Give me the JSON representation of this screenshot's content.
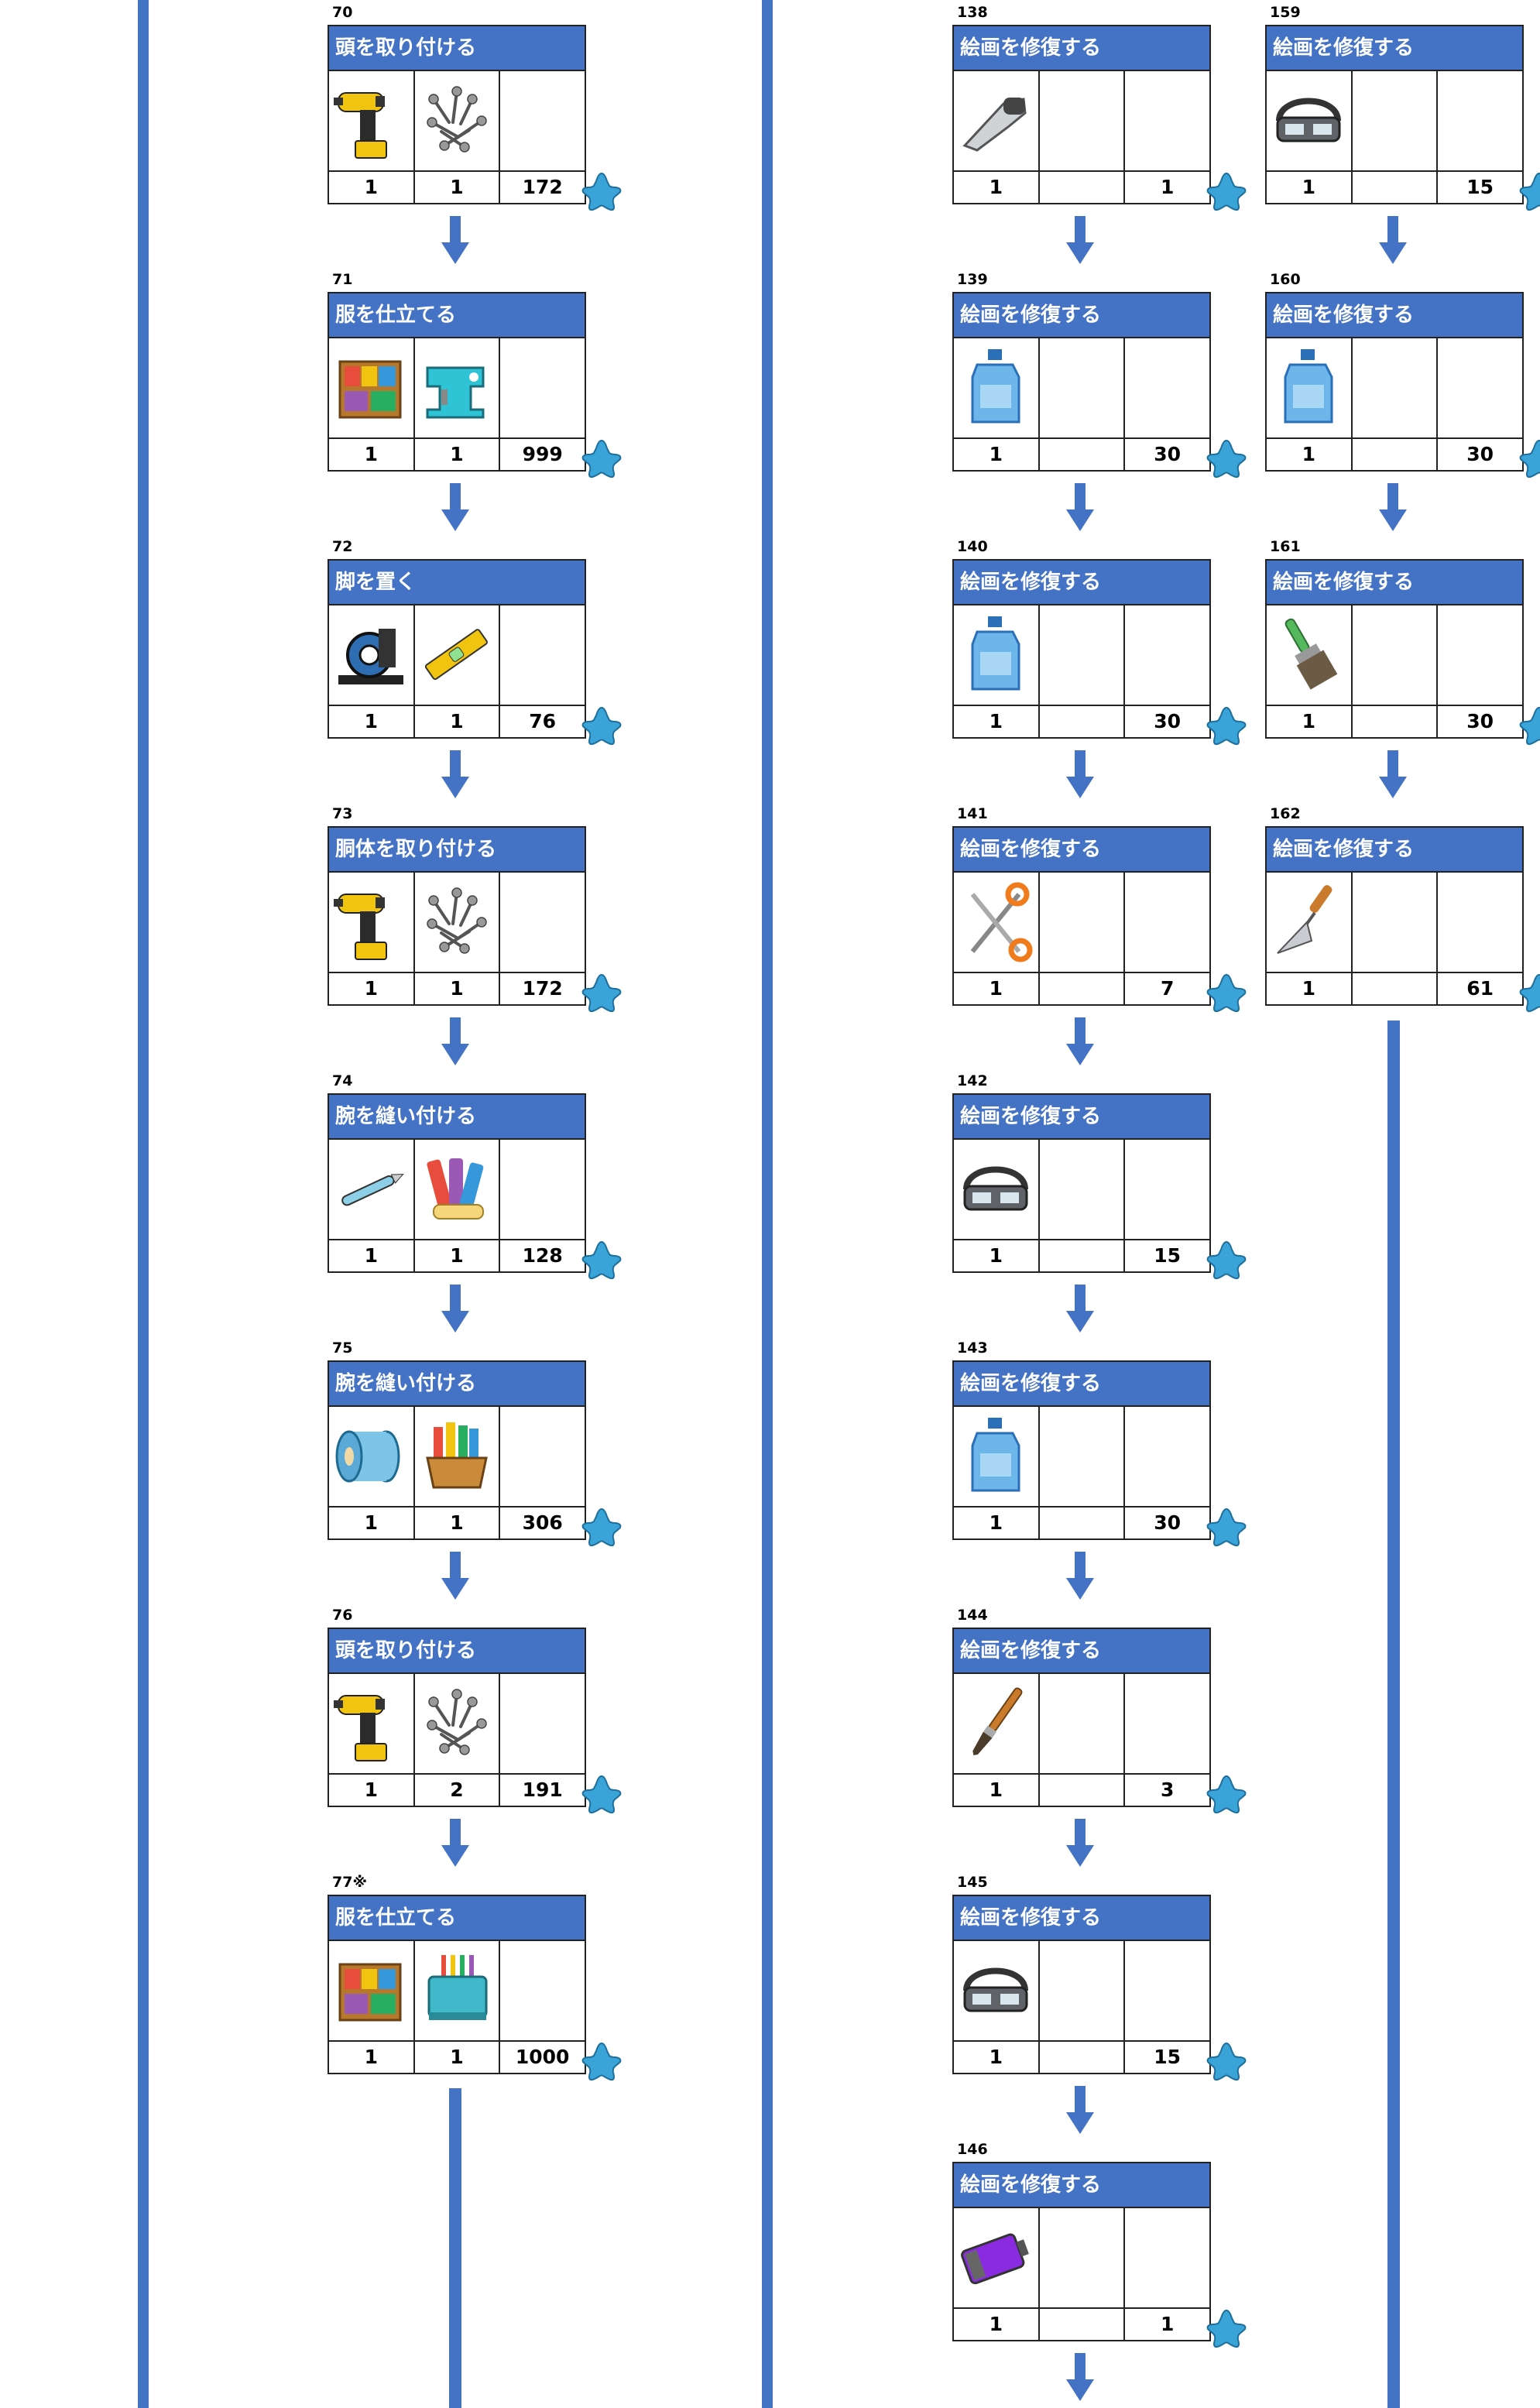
{
  "colors": {
    "accent": "#4472c4",
    "star": "#3aa3d8"
  },
  "icons": {
    "drill": "cordless-drill-icon",
    "screws": "screws-pile-icon",
    "shelf": "sewing-supply-shelf-icon",
    "sewing": "sewing-machine-icon",
    "level": "spirit-level-icon",
    "tape": "tape-holder-icon",
    "pen": "seam-pen-icon",
    "fabric": "fabric-rolls-icon",
    "thread": "thread-spool-icon",
    "basket": "fabric-basket-icon",
    "serger": "serger-machine-icon",
    "vacuum": "handheld-vacuum-icon",
    "magnifier": "head-magnifier-icon",
    "bottle": "solvent-bottle-icon",
    "brush": "flat-brush-icon",
    "scissors": "scissors-icon",
    "paintbrush": "paintbrush-icon",
    "battery": "battery-icon",
    "trowel": "trowel-icon",
    "star": "blue-star-icon"
  },
  "columns": [
    {
      "steps": [
        {
          "num": "70",
          "title": "頭を取り付ける",
          "items": [
            "drill",
            "screws"
          ],
          "counts": [
            "1",
            "1",
            "172"
          ]
        },
        {
          "num": "71",
          "title": "服を仕立てる",
          "items": [
            "shelf",
            "sewing"
          ],
          "counts": [
            "1",
            "1",
            "999"
          ]
        },
        {
          "num": "72",
          "title": "脚を置く",
          "items": [
            "tape",
            "level"
          ],
          "counts": [
            "1",
            "1",
            "76"
          ]
        },
        {
          "num": "73",
          "title": "胴体を取り付ける",
          "items": [
            "drill",
            "screws"
          ],
          "counts": [
            "1",
            "1",
            "172"
          ]
        },
        {
          "num": "74",
          "title": "腕を縫い付ける",
          "items": [
            "pen",
            "fabric"
          ],
          "counts": [
            "1",
            "1",
            "128"
          ]
        },
        {
          "num": "75",
          "title": "腕を縫い付ける",
          "items": [
            "thread",
            "basket"
          ],
          "counts": [
            "1",
            "1",
            "306"
          ]
        },
        {
          "num": "76",
          "title": "頭を取り付ける",
          "items": [
            "drill",
            "screws"
          ],
          "counts": [
            "1",
            "2",
            "191"
          ]
        },
        {
          "num": "77※",
          "title": "服を仕立てる",
          "items": [
            "shelf",
            "serger"
          ],
          "counts": [
            "1",
            "1",
            "1000"
          ]
        }
      ]
    },
    {
      "steps": [
        {
          "num": "138",
          "title": "絵画を修復する",
          "items": [
            "vacuum",
            ""
          ],
          "counts": [
            "1",
            "",
            "1"
          ]
        },
        {
          "num": "139",
          "title": "絵画を修復する",
          "items": [
            "bottle",
            ""
          ],
          "counts": [
            "1",
            "",
            "30"
          ]
        },
        {
          "num": "140",
          "title": "絵画を修復する",
          "items": [
            "bottle",
            ""
          ],
          "counts": [
            "1",
            "",
            "30"
          ]
        },
        {
          "num": "141",
          "title": "絵画を修復する",
          "items": [
            "scissors",
            ""
          ],
          "counts": [
            "1",
            "",
            "7"
          ]
        },
        {
          "num": "142",
          "title": "絵画を修復する",
          "items": [
            "magnifier",
            ""
          ],
          "counts": [
            "1",
            "",
            "15"
          ]
        },
        {
          "num": "143",
          "title": "絵画を修復する",
          "items": [
            "bottle",
            ""
          ],
          "counts": [
            "1",
            "",
            "30"
          ]
        },
        {
          "num": "144",
          "title": "絵画を修復する",
          "items": [
            "paintbrush",
            ""
          ],
          "counts": [
            "1",
            "",
            "3"
          ]
        },
        {
          "num": "145",
          "title": "絵画を修復する",
          "items": [
            "magnifier",
            ""
          ],
          "counts": [
            "1",
            "",
            "15"
          ]
        },
        {
          "num": "146",
          "title": "絵画を修復する",
          "items": [
            "battery",
            ""
          ],
          "counts": [
            "1",
            "",
            "1"
          ]
        }
      ]
    },
    {
      "steps": [
        {
          "num": "159",
          "title": "絵画を修復する",
          "items": [
            "magnifier",
            ""
          ],
          "counts": [
            "1",
            "",
            "15"
          ]
        },
        {
          "num": "160",
          "title": "絵画を修復する",
          "items": [
            "bottle",
            ""
          ],
          "counts": [
            "1",
            "",
            "30"
          ]
        },
        {
          "num": "161",
          "title": "絵画を修復する",
          "items": [
            "brush",
            ""
          ],
          "counts": [
            "1",
            "",
            "30"
          ]
        },
        {
          "num": "162",
          "title": "絵画を修復する",
          "items": [
            "trowel",
            ""
          ],
          "counts": [
            "1",
            "",
            "61"
          ]
        }
      ]
    }
  ]
}
